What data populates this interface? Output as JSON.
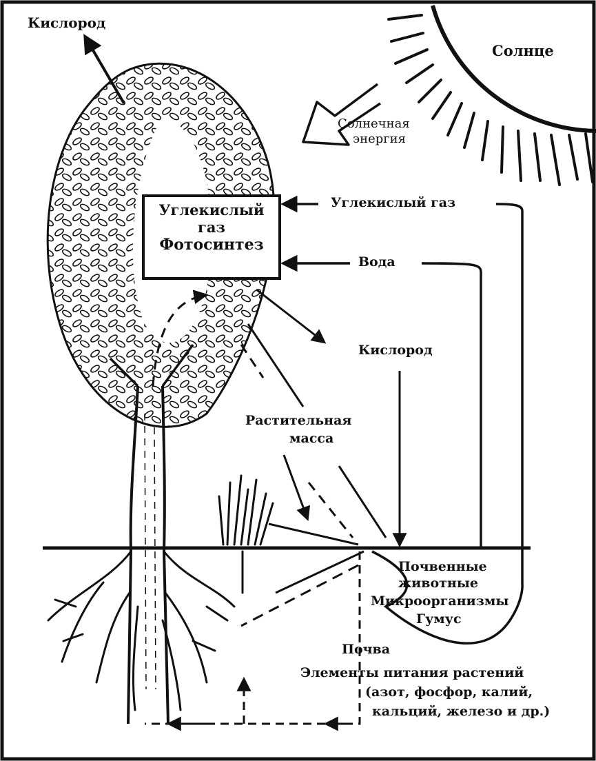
{
  "labels": {
    "oxygen_top": "Кислород",
    "sun": "Солнце",
    "solar_energy_line1": "Солнечная",
    "solar_energy_line2": "энергия",
    "box_line1": "Углекислый",
    "box_line2": "газ",
    "box_line3": "Фотосинтез",
    "co2": "Углекислый газ",
    "water": "Вода",
    "oxygen_mid": "Кислород",
    "plant_mass_line1": "Растительная",
    "plant_mass_line2": "масса",
    "soil_animals_line1": "Почвенные",
    "soil_animals_line2": "животные",
    "microorganisms": "Микроорганизмы",
    "humus": "Гумус",
    "soil": "Почва",
    "nutrients_line1": "Элементы питания растений",
    "nutrients_line2": "(азот, фосфор, калий,",
    "nutrients_line3": "кальций, железо и др.)"
  },
  "colors": {
    "ink": "#111111",
    "paper": "#ffffff"
  },
  "icons": [
    "sun-icon",
    "tree-icon",
    "grass-icon",
    "roots-icon",
    "arrow-icon"
  ]
}
